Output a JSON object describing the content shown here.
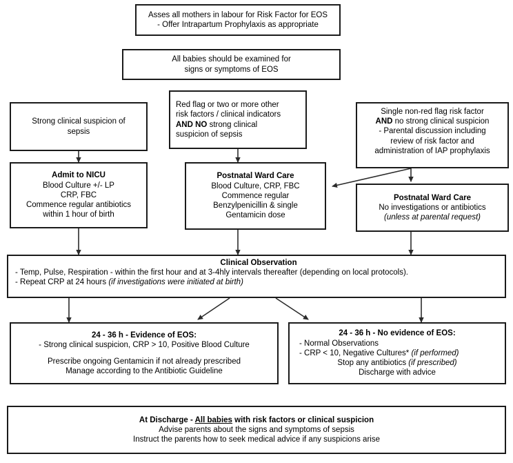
{
  "chart_data": {
    "type": "diagram",
    "title": "Early Onset Sepsis (EOS) management flowchart",
    "node_count": 11
  },
  "nodes": {
    "assess_mothers": {
      "id": "assess-mothers",
      "lines": [
        {
          "text": "Asses all mothers in labour for Risk Factor for EOS",
          "style": "normal"
        },
        {
          "text": "-  Offer  Intrapartum Prophylaxis as appropriate",
          "style": "normal"
        }
      ]
    },
    "examine_babies": {
      "id": "examine-babies",
      "lines": [
        {
          "text": "All babies should be examined for",
          "style": "normal"
        },
        {
          "text": "signs or symptoms of EOS",
          "style": "normal"
        }
      ]
    },
    "strong_suspicion": {
      "id": "strong-clinical-suspicion",
      "lines": [
        {
          "text": "Strong clinical suspicion of",
          "style": "normal"
        },
        {
          "text": "sepsis",
          "style": "normal"
        }
      ]
    },
    "red_flag": {
      "id": "red-flag-risk-factors",
      "lines": [
        {
          "text": "Red flag or two or  more other",
          "style": "normal"
        },
        {
          "text": "risk factors / clinical indicators",
          "style": "normal"
        },
        {
          "text": "AND NO",
          "style": "bold",
          "tail": "  strong clinical"
        },
        {
          "text": "suspicion of sepsis",
          "style": "normal"
        }
      ]
    },
    "single_non_red_flag": {
      "id": "single-non-red-flag-risk-factor",
      "lines": [
        {
          "text": "Single non-red flag risk factor",
          "style": "normal"
        },
        {
          "text": "AND",
          "style": "bold",
          "tail": " no strong clinical suspicion"
        },
        {
          "text": "- Parental discussion including",
          "style": "normal"
        },
        {
          "text": "review of risk factor and",
          "style": "normal"
        },
        {
          "text": "administration of  IAP prophylaxis",
          "style": "normal"
        }
      ]
    },
    "admit_nicu": {
      "id": "admit-to-nicu",
      "lines": [
        {
          "text": "Admit to NICU",
          "style": "bold"
        },
        {
          "text": "Blood Culture +/- LP",
          "style": "normal"
        },
        {
          "text": "CRP, FBC",
          "style": "normal"
        },
        {
          "text": "Commence regular antibiotics",
          "style": "normal"
        },
        {
          "text": "within 1 hour of birth",
          "style": "normal"
        }
      ]
    },
    "postnatal_ward_care_abx": {
      "id": "postnatal-ward-care-antibiotics",
      "lines": [
        {
          "text": "Postnatal Ward Care",
          "style": "bold"
        },
        {
          "text": "Blood Culture, CRP, FBC",
          "style": "normal"
        },
        {
          "text": "Commence regular",
          "style": "normal"
        },
        {
          "text": "Benzylpenicillin & single",
          "style": "normal"
        },
        {
          "text": "Gentamicin dose",
          "style": "normal"
        }
      ]
    },
    "postnatal_ward_care_no_abx": {
      "id": "postnatal-ward-care-no-investigations",
      "lines": [
        {
          "text": "Postnatal Ward Care",
          "style": "bold"
        },
        {
          "text": "No investigations or antibiotics",
          "style": "normal"
        },
        {
          "text": "(unless at parental request)",
          "style": "italic"
        }
      ]
    },
    "clinical_observation": {
      "id": "clinical-observation",
      "heading": "Clinical Observation",
      "lines": [
        {
          "text": "- Temp, Pulse, Respiration - within the first hour and at 3-4hly intervals thereafter (depending on local protocols).",
          "style": "normal"
        },
        {
          "text": "-  Repeat CRP at 24 hours ",
          "style": "normal",
          "italic_tail": "(if investigations were initiated at birth)"
        }
      ]
    },
    "evidence_eos": {
      "id": "evidence-of-eos",
      "lines": [
        {
          "text": "24 - 36 h - Evidence of EOS:",
          "style": "bold"
        },
        {
          "text": "- Strong clinical suspicion, CRP > 10, Positive Blood Culture",
          "style": "normal"
        },
        {
          "text": "",
          "style": "spacer"
        },
        {
          "text": "Prescribe ongoing Gentamicin if not already prescribed",
          "style": "normal"
        },
        {
          "text": "Manage according to the Antibiotic Guideline",
          "style": "normal"
        }
      ]
    },
    "no_evidence_eos": {
      "id": "no-evidence-of-eos",
      "lines": [
        {
          "text": "24 - 36 h - No evidence of EOS:",
          "style": "bold"
        },
        {
          "text": "- Normal Observations",
          "style": "normal"
        },
        {
          "text": "- CRP < 10, Negative Cultures* ",
          "style": "normal",
          "italic_tail": "(if performed)"
        },
        {
          "text": "Stop any antibiotics ",
          "style": "normal",
          "italic_tail": "(if prescribed)"
        },
        {
          "text": "Discharge with advice",
          "style": "normal"
        }
      ]
    },
    "at_discharge": {
      "id": "at-discharge",
      "lines": [
        {
          "pre": "At Discharge - ",
          "underline": "All babies",
          "post": " with risk factors or clinical suspicion",
          "style": "bold"
        },
        {
          "text": "Advise parents about the signs and symptoms of sepsis",
          "style": "normal"
        },
        {
          "text": "Instruct the parents how to seek medical advice if any suspicions arise",
          "style": "normal"
        }
      ]
    }
  },
  "colors": {
    "border": "#1a1a1a",
    "text": "#000000",
    "background": "#ffffff",
    "connector": "#2b2b2b"
  }
}
